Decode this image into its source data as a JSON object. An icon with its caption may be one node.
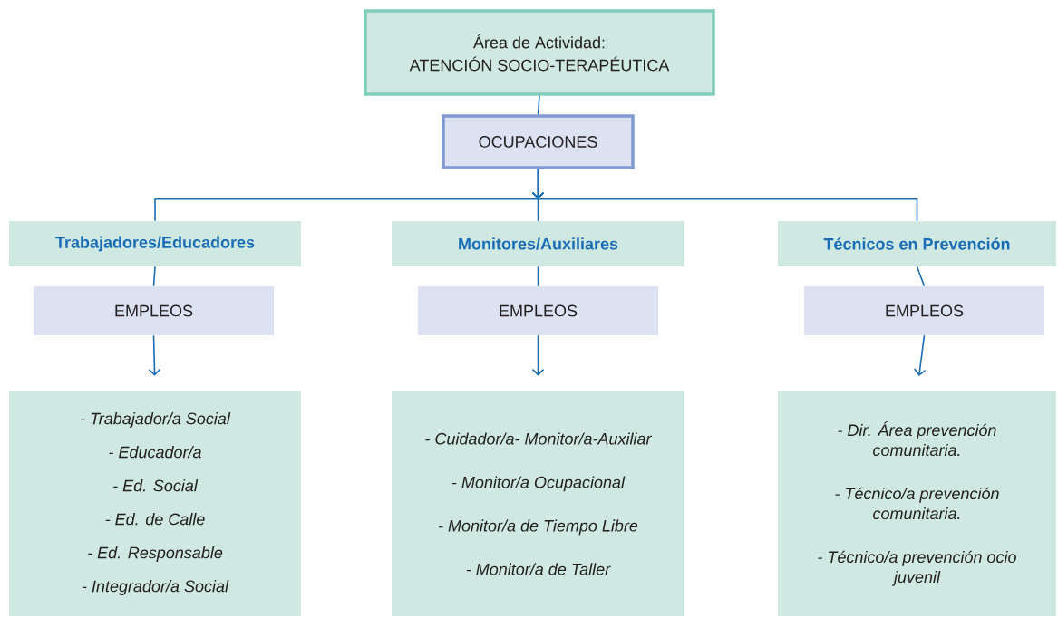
{
  "diagram": {
    "nodes": [
      {
        "text": [
          "Área de Actividad:",
          "ATENCIÓN SOCIO-TERAPÉUTICA"
        ]
      },
      {
        "text": [
          "OCUPACIONES"
        ]
      },
      {
        "text": [
          "Trabajadores/Educadores"
        ]
      },
      {
        "text": [
          "Monitores/Auxiliares"
        ]
      },
      {
        "text": [
          "Técnicos en Prevención"
        ]
      },
      {
        "text": [
          "EMPLEOS"
        ]
      },
      {
        "text": [
          "EMPLEOS"
        ]
      },
      {
        "text": [
          "EMPLEOS"
        ]
      },
      {
        "text": [
          "- Trabajador/a Social",
          "- Educador/a",
          "- Ed. Social",
          "- Ed. de Calle",
          "- Ed. Responsable",
          "- Integrador/a Social"
        ]
      },
      {
        "text": [
          "- Cuidador/a- Monitor/a-Auxiliar",
          "- Monitor/a Ocupacional",
          "- Monitor/a de Tiempo Libre",
          "- Monitor/a de Taller"
        ]
      },
      {
        "text": [
          "- Dir. Área prevención comunitaria.",
          "- Técnico/a prevención comunitaria.",
          "- Técnico/a prevención ocio juvenil"
        ]
      }
    ],
    "edges": [
      {
        "from": 0,
        "to": 1,
        "arrow": "none"
      },
      {
        "from": 1,
        "to": 2,
        "arrow": "to"
      },
      {
        "from": 1,
        "to": 3,
        "arrow": "to"
      },
      {
        "from": 1,
        "to": 4,
        "arrow": "to"
      },
      {
        "from": 2,
        "to": 5,
        "arrow": "none"
      },
      {
        "from": 3,
        "to": 6,
        "arrow": "none"
      },
      {
        "from": 4,
        "to": 7,
        "arrow": "none"
      },
      {
        "from": 5,
        "to": 8,
        "arrow": "to"
      },
      {
        "from": 6,
        "to": 9,
        "arrow": "to"
      },
      {
        "from": 7,
        "to": 10,
        "arrow": "to"
      }
    ]
  }
}
